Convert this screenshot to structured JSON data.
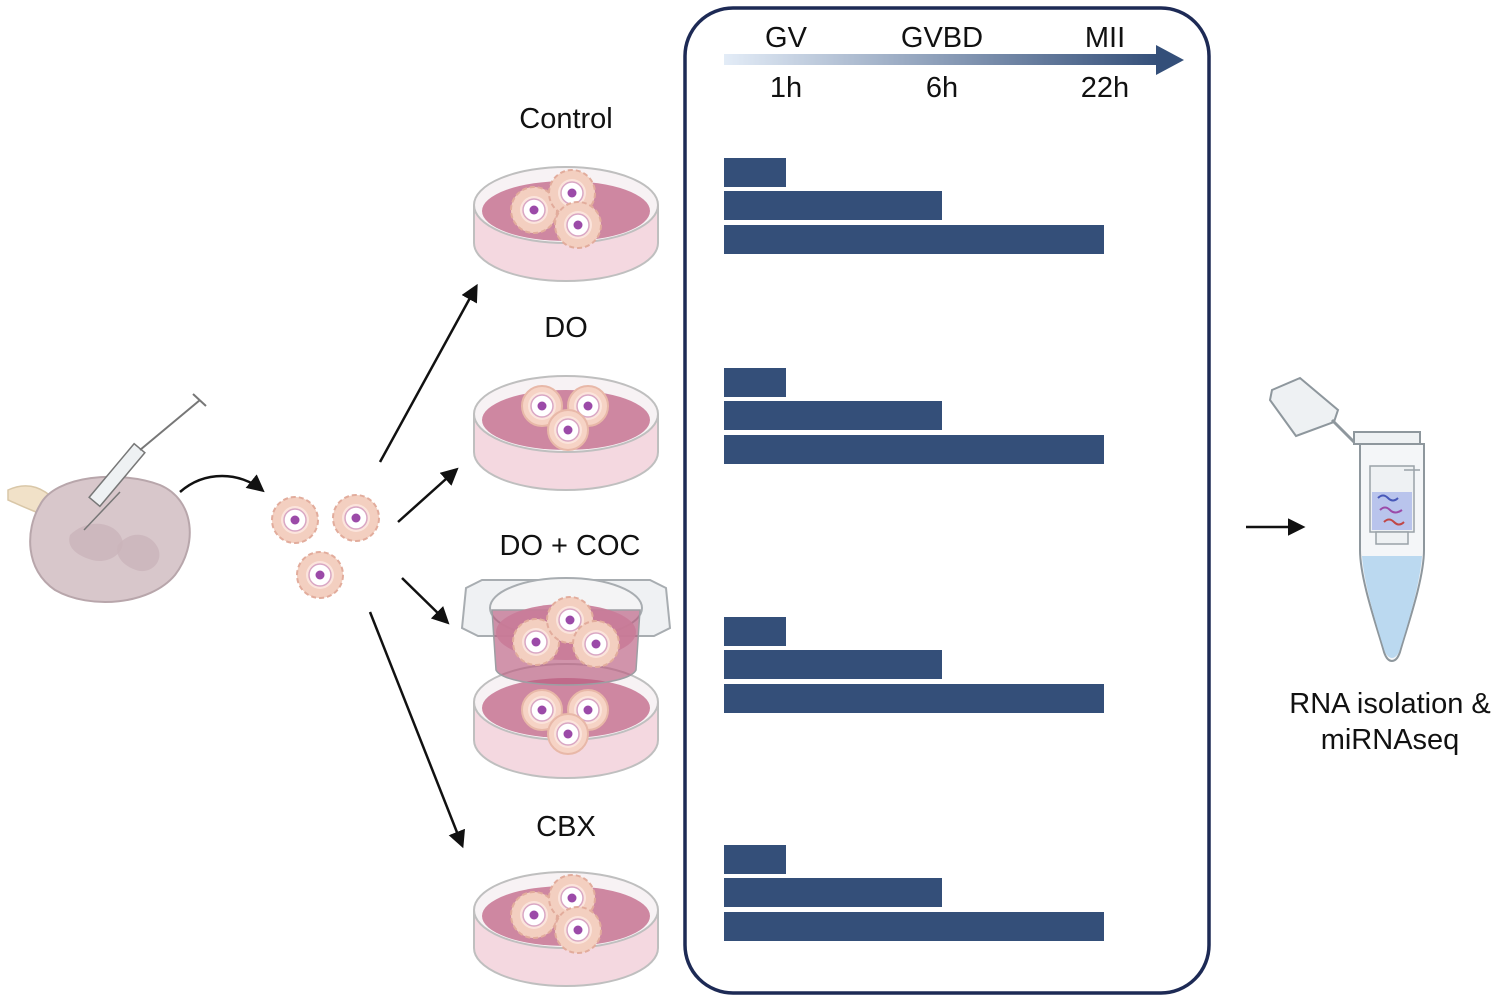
{
  "timeline": {
    "stages": [
      {
        "stage": "GV",
        "time": "1h",
        "hours": 1
      },
      {
        "stage": "GVBD",
        "time": "6h",
        "hours": 6
      },
      {
        "stage": "MII",
        "time": "22h",
        "hours": 22
      }
    ]
  },
  "groups": [
    {
      "name": "Control",
      "culture_hours": [
        1,
        6,
        22
      ]
    },
    {
      "name": "DO",
      "culture_hours": [
        1,
        6,
        22
      ]
    },
    {
      "name": "DO + COC",
      "culture_hours": [
        1,
        6,
        22
      ]
    },
    {
      "name": "CBX",
      "culture_hours": [
        1,
        6,
        22
      ]
    }
  ],
  "output": {
    "line1": "RNA isolation &",
    "line2": "miRNAseq"
  },
  "colors": {
    "bar": "#344f79",
    "panel_border": "#1d2a55",
    "dish_medium": "#c97b98",
    "dish_wall": "#f3d6de",
    "oocyte_ring": "#f2c9b8",
    "nucleus": "#9b4aa8",
    "ovary": "#d4c2c6",
    "tube_liquid": "#b7d7ef"
  },
  "icons": [
    "ovary-icon",
    "syringe-icon",
    "oocyte-icon",
    "culture-dish-icon",
    "transwell-insert-icon",
    "microtube-icon"
  ]
}
